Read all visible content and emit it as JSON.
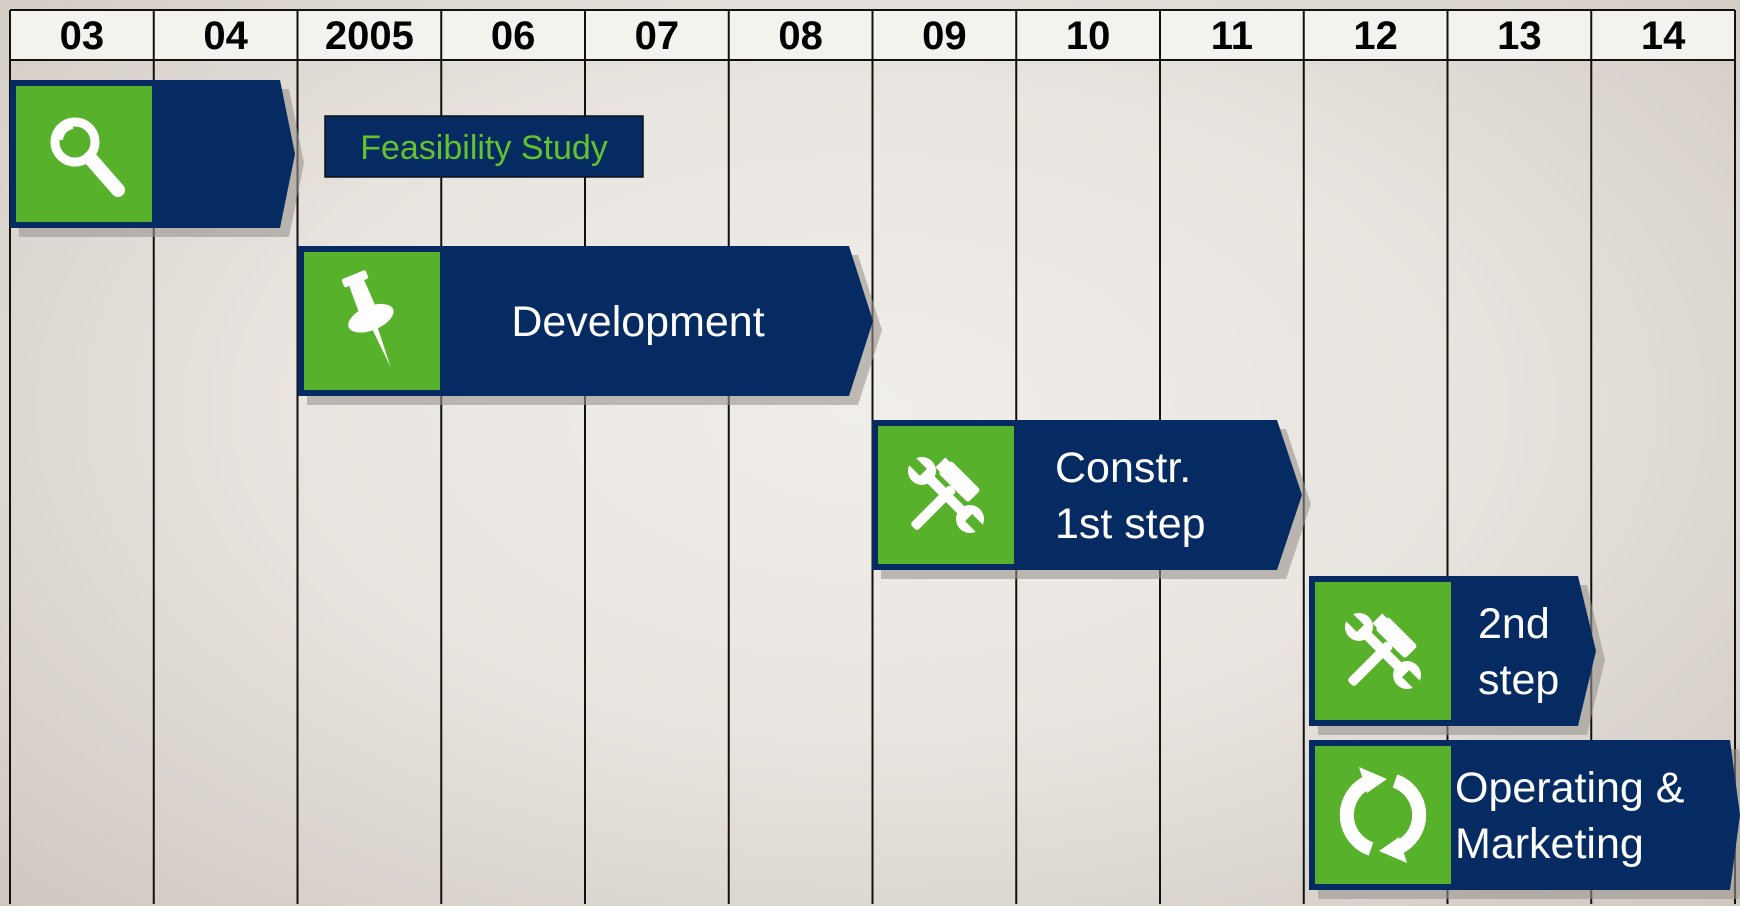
{
  "years": [
    "03",
    "04",
    "2005",
    "06",
    "07",
    "08",
    "09",
    "10",
    "11",
    "12",
    "13",
    "14"
  ],
  "colors": {
    "navy": "#062b63",
    "green": "#58b12a",
    "icon": "#ffffff",
    "feasibility_text": "#63c32c"
  },
  "phases": [
    {
      "id": "feasibility",
      "icon": "magnifier-icon",
      "lines": []
    },
    {
      "id": "development",
      "icon": "pushpin-icon",
      "lines": [
        "Development"
      ]
    },
    {
      "id": "construction-1",
      "icon": "hammer-wrench-icon",
      "lines": [
        "Constr.",
        "1st step"
      ]
    },
    {
      "id": "construction-2",
      "icon": "hammer-wrench-icon",
      "lines": [
        "2nd",
        "step"
      ]
    },
    {
      "id": "operating",
      "icon": "cycle-arrows-icon",
      "lines": [
        "Operating &",
        "Marketing"
      ]
    }
  ],
  "feasibility_label": "Feasibility Study"
}
